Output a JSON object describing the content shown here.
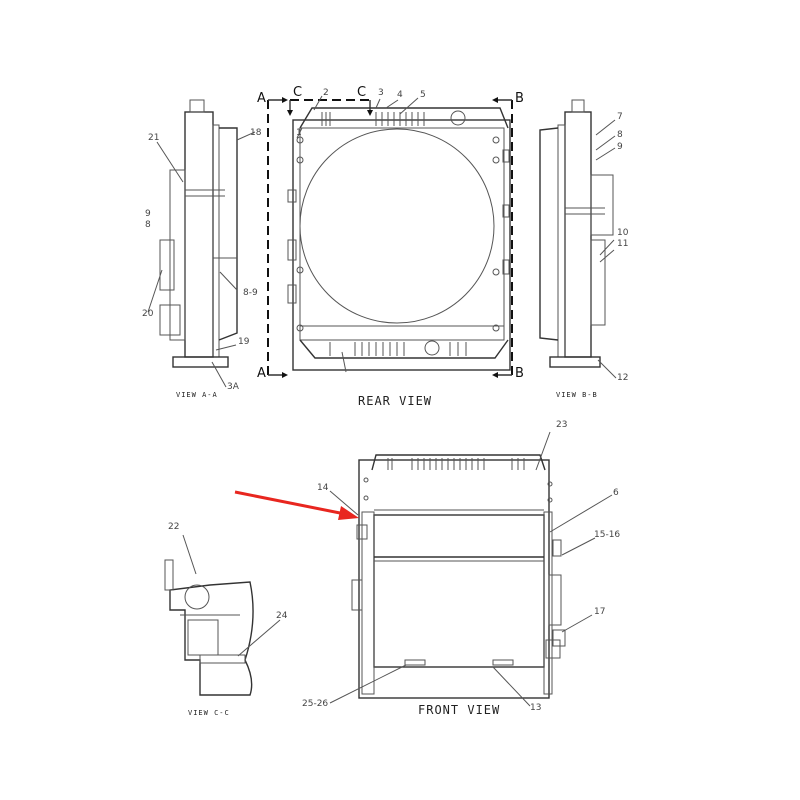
{
  "views": {
    "rear": "REAR VIEW",
    "front": "FRONT VIEW",
    "view_a": "VIEW A-A",
    "view_b": "VIEW B-B",
    "view_c": "VIEW C-C"
  },
  "section_marks": {
    "a": "A",
    "b": "B",
    "c": "C"
  },
  "callouts": [
    "1",
    "2",
    "3",
    "4",
    "5",
    "7",
    "8",
    "9",
    "10",
    "11",
    "12",
    "18",
    "21",
    "9",
    "8",
    "20",
    "8-9",
    "19",
    "3A",
    "23",
    "6",
    "14",
    "15-16",
    "17",
    "22",
    "24",
    "25-26",
    "13"
  ],
  "highlight": {
    "arrow_color": "#e8261f",
    "points_to": "14"
  }
}
